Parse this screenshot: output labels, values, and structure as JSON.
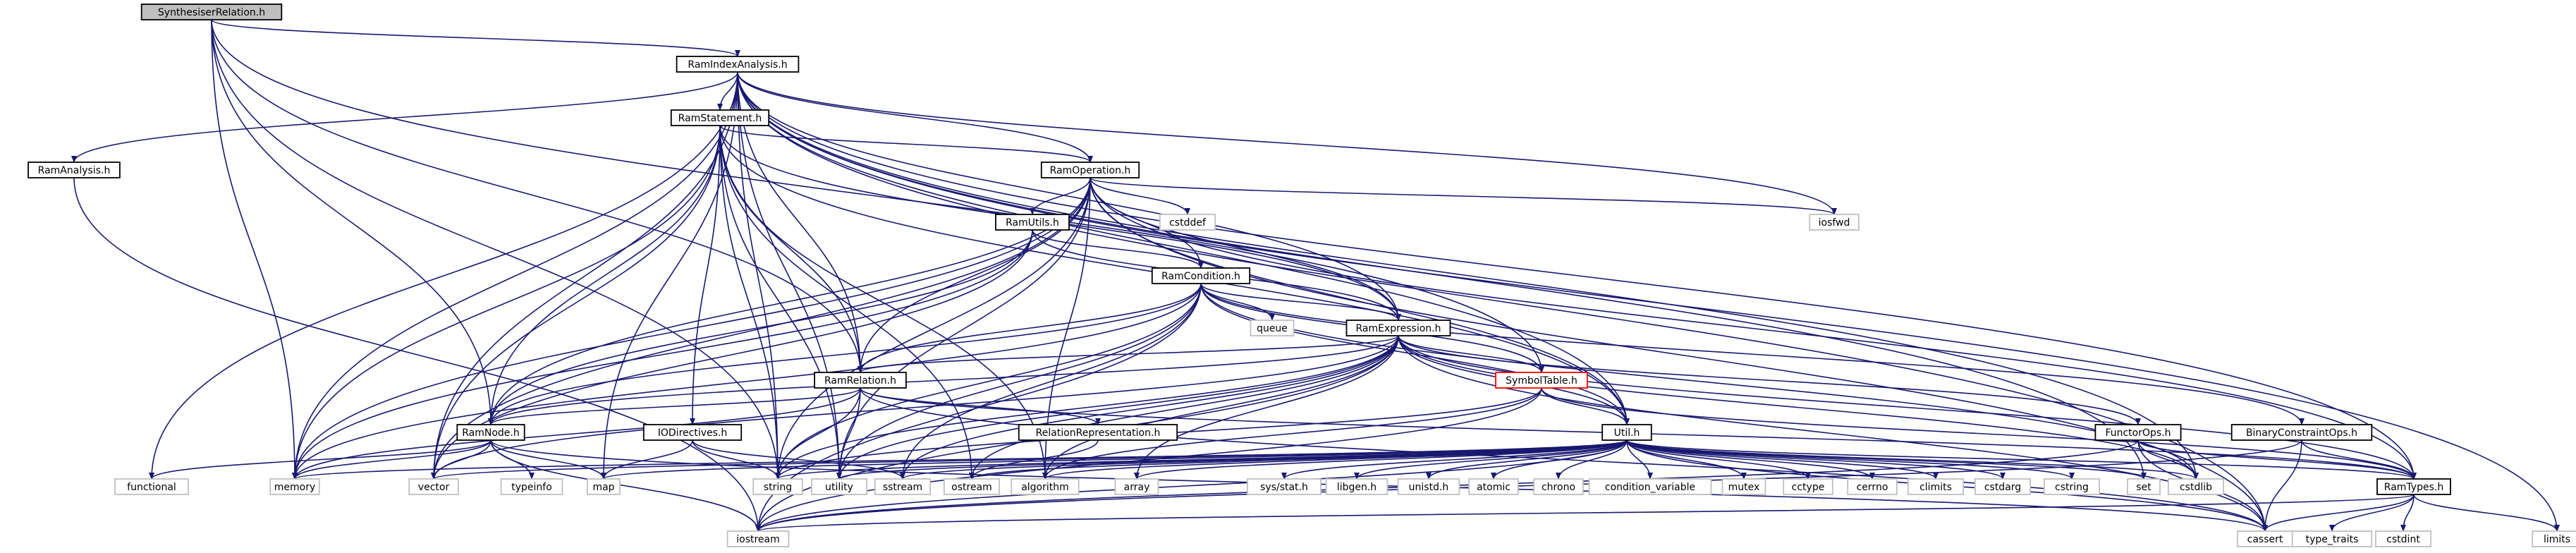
{
  "diagram": {
    "title": "",
    "nodes": [
      {
        "id": "SynthesiserRelation.h",
        "label": "SynthesiserRelation.h",
        "style": "focus"
      },
      {
        "id": "RamIndexAnalysis.h",
        "label": "RamIndexAnalysis.h",
        "style": "normal"
      },
      {
        "id": "RamAnalysis.h",
        "label": "RamAnalysis.h",
        "style": "normal"
      },
      {
        "id": "RamStatement.h",
        "label": "RamStatement.h",
        "style": "normal"
      },
      {
        "id": "RamOperation.h",
        "label": "RamOperation.h",
        "style": "normal"
      },
      {
        "id": "RamUtils.h",
        "label": "RamUtils.h",
        "style": "normal"
      },
      {
        "id": "RamCondition.h",
        "label": "RamCondition.h",
        "style": "normal"
      },
      {
        "id": "RamExpression.h",
        "label": "RamExpression.h",
        "style": "normal"
      },
      {
        "id": "RamRelation.h",
        "label": "RamRelation.h",
        "style": "normal"
      },
      {
        "id": "SymbolTable.h",
        "label": "SymbolTable.h",
        "style": "incomplete"
      },
      {
        "id": "RamNode.h",
        "label": "RamNode.h",
        "style": "normal"
      },
      {
        "id": "IODirectives.h",
        "label": "IODirectives.h",
        "style": "normal"
      },
      {
        "id": "RelationRepresentation.h",
        "label": "RelationRepresentation.h",
        "style": "normal"
      },
      {
        "id": "Util.h",
        "label": "Util.h",
        "style": "normal"
      },
      {
        "id": "FunctorOps.h",
        "label": "FunctorOps.h",
        "style": "normal"
      },
      {
        "id": "BinaryConstraintOps.h",
        "label": "BinaryConstraintOps.h",
        "style": "normal"
      },
      {
        "id": "RamTypes.h",
        "label": "RamTypes.h",
        "style": "normal"
      },
      {
        "id": "iosfwd",
        "label": "iosfwd",
        "style": "system"
      },
      {
        "id": "cstddef",
        "label": "cstddef",
        "style": "system"
      },
      {
        "id": "queue",
        "label": "queue",
        "style": "system"
      },
      {
        "id": "limits",
        "label": "limits",
        "style": "system"
      },
      {
        "id": "functional",
        "label": "functional",
        "style": "system"
      },
      {
        "id": "memory",
        "label": "memory",
        "style": "system"
      },
      {
        "id": "vector",
        "label": "vector",
        "style": "system"
      },
      {
        "id": "map",
        "label": "map",
        "style": "system"
      },
      {
        "id": "typeinfo",
        "label": "typeinfo",
        "style": "system"
      },
      {
        "id": "string",
        "label": "string",
        "style": "system"
      },
      {
        "id": "utility",
        "label": "utility",
        "style": "system"
      },
      {
        "id": "sstream",
        "label": "sstream",
        "style": "system"
      },
      {
        "id": "ostream",
        "label": "ostream",
        "style": "system"
      },
      {
        "id": "algorithm",
        "label": "algorithm",
        "style": "system"
      },
      {
        "id": "array",
        "label": "array",
        "style": "system"
      },
      {
        "id": "sys/stat.h",
        "label": "sys/stat.h",
        "style": "system"
      },
      {
        "id": "libgen.h",
        "label": "libgen.h",
        "style": "system"
      },
      {
        "id": "unistd.h",
        "label": "unistd.h",
        "style": "system"
      },
      {
        "id": "atomic",
        "label": "atomic",
        "style": "system"
      },
      {
        "id": "chrono",
        "label": "chrono",
        "style": "system"
      },
      {
        "id": "condition_variable",
        "label": "condition_variable",
        "style": "system"
      },
      {
        "id": "mutex",
        "label": "mutex",
        "style": "system"
      },
      {
        "id": "cctype",
        "label": "cctype",
        "style": "system"
      },
      {
        "id": "cerrno",
        "label": "cerrno",
        "style": "system"
      },
      {
        "id": "climits",
        "label": "climits",
        "style": "system"
      },
      {
        "id": "cstdarg",
        "label": "cstdarg",
        "style": "system"
      },
      {
        "id": "cstring",
        "label": "cstring",
        "style": "system"
      },
      {
        "id": "set",
        "label": "set",
        "style": "system"
      },
      {
        "id": "cstdlib",
        "label": "cstdlib",
        "style": "system"
      },
      {
        "id": "iostream",
        "label": "iostream",
        "style": "system"
      },
      {
        "id": "cassert",
        "label": "cassert",
        "style": "system"
      },
      {
        "id": "type_traits",
        "label": "type_traits",
        "style": "system"
      },
      {
        "id": "cstdint",
        "label": "cstdint",
        "style": "system"
      }
    ],
    "edges": [
      [
        "SynthesiserRelation.h",
        "RamIndexAnalysis.h"
      ],
      [
        "SynthesiserRelation.h",
        "RamRelation.h"
      ],
      [
        "SynthesiserRelation.h",
        "RamNode.h"
      ],
      [
        "SynthesiserRelation.h",
        "memory"
      ],
      [
        "SynthesiserRelation.h",
        "string"
      ],
      [
        "SynthesiserRelation.h",
        "SymbolTable.h"
      ],
      [
        "RamIndexAnalysis.h",
        "RamAnalysis.h"
      ],
      [
        "RamIndexAnalysis.h",
        "RamStatement.h"
      ],
      [
        "RamIndexAnalysis.h",
        "RamOperation.h"
      ],
      [
        "RamIndexAnalysis.h",
        "RamExpression.h"
      ],
      [
        "RamIndexAnalysis.h",
        "RamRelation.h"
      ],
      [
        "RamIndexAnalysis.h",
        "RamTypes.h"
      ],
      [
        "RamIndexAnalysis.h",
        "Util.h"
      ],
      [
        "RamIndexAnalysis.h",
        "iosfwd"
      ],
      [
        "RamIndexAnalysis.h",
        "limits"
      ],
      [
        "RamIndexAnalysis.h",
        "cassert"
      ],
      [
        "RamIndexAnalysis.h",
        "set"
      ],
      [
        "RamIndexAnalysis.h",
        "cstdlib"
      ],
      [
        "RamIndexAnalysis.h",
        "memory"
      ],
      [
        "RamIndexAnalysis.h",
        "vector"
      ],
      [
        "RamIndexAnalysis.h",
        "functional"
      ],
      [
        "RamIndexAnalysis.h",
        "map"
      ],
      [
        "RamIndexAnalysis.h",
        "string"
      ],
      [
        "RamIndexAnalysis.h",
        "utility"
      ],
      [
        "RamAnalysis.h",
        "iostream"
      ],
      [
        "RamStatement.h",
        "RamOperation.h"
      ],
      [
        "RamStatement.h",
        "RamExpression.h"
      ],
      [
        "RamStatement.h",
        "RamRelation.h"
      ],
      [
        "RamStatement.h",
        "RamNode.h"
      ],
      [
        "RamStatement.h",
        "IODirectives.h"
      ],
      [
        "RamStatement.h",
        "Util.h"
      ],
      [
        "RamStatement.h",
        "memory"
      ],
      [
        "RamStatement.h",
        "vector"
      ],
      [
        "RamStatement.h",
        "string"
      ],
      [
        "RamStatement.h",
        "utility"
      ],
      [
        "RamStatement.h",
        "algorithm"
      ],
      [
        "RamStatement.h",
        "ostream"
      ],
      [
        "RamOperation.h",
        "RamUtils.h"
      ],
      [
        "RamOperation.h",
        "RamCondition.h"
      ],
      [
        "RamOperation.h",
        "RamExpression.h"
      ],
      [
        "RamOperation.h",
        "RamRelation.h"
      ],
      [
        "RamOperation.h",
        "RamNode.h"
      ],
      [
        "RamOperation.h",
        "RamTypes.h"
      ],
      [
        "RamOperation.h",
        "Util.h"
      ],
      [
        "RamOperation.h",
        "cstddef"
      ],
      [
        "RamOperation.h",
        "iosfwd"
      ],
      [
        "RamOperation.h",
        "memory"
      ],
      [
        "RamOperation.h",
        "vector"
      ],
      [
        "RamOperation.h",
        "string"
      ],
      [
        "RamOperation.h",
        "utility"
      ],
      [
        "RamOperation.h",
        "algorithm"
      ],
      [
        "RamOperation.h",
        "cassert"
      ],
      [
        "RamUtils.h",
        "RamCondition.h"
      ],
      [
        "RamUtils.h",
        "RamExpression.h"
      ],
      [
        "RamUtils.h",
        "RamNode.h"
      ],
      [
        "RamUtils.h",
        "vector"
      ],
      [
        "RamUtils.h",
        "memory"
      ],
      [
        "RamCondition.h",
        "RamExpression.h"
      ],
      [
        "RamCondition.h",
        "RamRelation.h"
      ],
      [
        "RamCondition.h",
        "RamNode.h"
      ],
      [
        "RamCondition.h",
        "SymbolTable.h"
      ],
      [
        "RamCondition.h",
        "BinaryConstraintOps.h"
      ],
      [
        "RamCondition.h",
        "Util.h"
      ],
      [
        "RamCondition.h",
        "queue"
      ],
      [
        "RamCondition.h",
        "memory"
      ],
      [
        "RamCondition.h",
        "sstream"
      ],
      [
        "RamCondition.h",
        "string"
      ],
      [
        "RamCondition.h",
        "utility"
      ],
      [
        "RamCondition.h",
        "cstdlib"
      ],
      [
        "RamCondition.h",
        "iostream"
      ],
      [
        "RamExpression.h",
        "RamRelation.h"
      ],
      [
        "RamExpression.h",
        "RamNode.h"
      ],
      [
        "RamExpression.h",
        "FunctorOps.h"
      ],
      [
        "RamExpression.h",
        "SymbolTable.h"
      ],
      [
        "RamExpression.h",
        "Util.h"
      ],
      [
        "RamExpression.h",
        "RamTypes.h"
      ],
      [
        "RamExpression.h",
        "string"
      ],
      [
        "RamExpression.h",
        "utility"
      ],
      [
        "RamExpression.h",
        "vector"
      ],
      [
        "RamExpression.h",
        "sstream"
      ],
      [
        "RamExpression.h",
        "ostream"
      ],
      [
        "RamExpression.h",
        "algorithm"
      ],
      [
        "RamExpression.h",
        "array"
      ],
      [
        "RamExpression.h",
        "cassert"
      ],
      [
        "RamExpression.h",
        "cstdlib"
      ],
      [
        "RamExpression.h",
        "iostream"
      ],
      [
        "RamRelation.h",
        "RamNode.h"
      ],
      [
        "RamRelation.h",
        "RelationRepresentation.h"
      ],
      [
        "RamRelation.h",
        "RamTypes.h"
      ],
      [
        "RamRelation.h",
        "string"
      ],
      [
        "RamRelation.h",
        "utility"
      ],
      [
        "RamRelation.h",
        "memory"
      ],
      [
        "RamRelation.h",
        "cassert"
      ],
      [
        "SymbolTable.h",
        "Util.h"
      ],
      [
        "SymbolTable.h",
        "RamTypes.h"
      ],
      [
        "SymbolTable.h",
        "string"
      ],
      [
        "SymbolTable.h",
        "iostream"
      ],
      [
        "SymbolTable.h",
        "algorithm"
      ],
      [
        "RamNode.h",
        "functional"
      ],
      [
        "RamNode.h",
        "memory"
      ],
      [
        "RamNode.h",
        "vector"
      ],
      [
        "RamNode.h",
        "map"
      ],
      [
        "RamNode.h",
        "typeinfo"
      ],
      [
        "RamNode.h",
        "iostream"
      ],
      [
        "RamNode.h",
        "cassert"
      ],
      [
        "IODirectives.h",
        "map"
      ],
      [
        "IODirectives.h",
        "string"
      ],
      [
        "IODirectives.h",
        "sstream"
      ],
      [
        "RelationRepresentation.h",
        "ostream"
      ],
      [
        "Util.h",
        "RamTypes.h"
      ],
      [
        "Util.h",
        "memory"
      ],
      [
        "Util.h",
        "vector"
      ],
      [
        "Util.h",
        "map"
      ],
      [
        "Util.h",
        "string"
      ],
      [
        "Util.h",
        "utility"
      ],
      [
        "Util.h",
        "sstream"
      ],
      [
        "Util.h",
        "ostream"
      ],
      [
        "Util.h",
        "algorithm"
      ],
      [
        "Util.h",
        "array"
      ],
      [
        "Util.h",
        "sys/stat.h"
      ],
      [
        "Util.h",
        "libgen.h"
      ],
      [
        "Util.h",
        "unistd.h"
      ],
      [
        "Util.h",
        "atomic"
      ],
      [
        "Util.h",
        "chrono"
      ],
      [
        "Util.h",
        "condition_variable"
      ],
      [
        "Util.h",
        "mutex"
      ],
      [
        "Util.h",
        "cctype"
      ],
      [
        "Util.h",
        "cerrno"
      ],
      [
        "Util.h",
        "climits"
      ],
      [
        "Util.h",
        "cstdarg"
      ],
      [
        "Util.h",
        "cstring"
      ],
      [
        "Util.h",
        "set"
      ],
      [
        "Util.h",
        "cstdlib"
      ],
      [
        "Util.h",
        "cassert"
      ],
      [
        "Util.h",
        "iostream"
      ],
      [
        "FunctorOps.h",
        "RamTypes.h"
      ],
      [
        "FunctorOps.h",
        "cstdlib"
      ],
      [
        "FunctorOps.h",
        "cassert"
      ],
      [
        "FunctorOps.h",
        "iostream"
      ],
      [
        "BinaryConstraintOps.h",
        "RamTypes.h"
      ],
      [
        "BinaryConstraintOps.h",
        "cassert"
      ],
      [
        "BinaryConstraintOps.h",
        "iostream"
      ],
      [
        "RamTypes.h",
        "cstdint"
      ],
      [
        "RamTypes.h",
        "limits"
      ],
      [
        "RamTypes.h",
        "type_traits"
      ],
      [
        "RamTypes.h",
        "cassert"
      ],
      [
        "RamTypes.h",
        "iostream"
      ]
    ],
    "colors": {
      "edge": "#191970",
      "normal_border": "#000000",
      "normal_fill": "#ffffff",
      "focus_fill": "#bfbfbf",
      "incomplete_border": "#ff0000",
      "system_border": "#bfbfbf",
      "text": "#000000"
    }
  }
}
